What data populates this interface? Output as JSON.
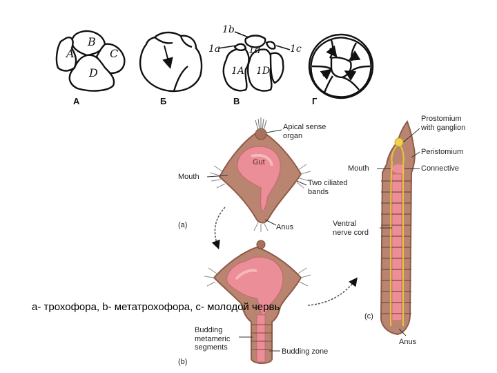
{
  "colors": {
    "outline": "#111111",
    "body": "#b98570",
    "body_dark": "#8e5b48",
    "gut": "#ec8e98",
    "gut_light": "#f5b8bd",
    "nerve": "#e8c43a",
    "cilia": "#777777"
  },
  "cleavage": {
    "stages": [
      {
        "label": "А",
        "cells": [
          "A",
          "B",
          "C",
          "D"
        ]
      },
      {
        "label": "Б"
      },
      {
        "label": "В",
        "cells": [
          "1b",
          "1a",
          "1d",
          "1c",
          "1A",
          "1D"
        ]
      },
      {
        "label": "Г"
      }
    ]
  },
  "panel_a": {
    "tag": "(a)",
    "labels": {
      "apical": "Apical sense\norgan",
      "gut": "Gut",
      "mouth": "Mouth",
      "bands": "Two ciliated\nbands",
      "anus": "Anus"
    }
  },
  "panel_b": {
    "tag": "(b)",
    "labels": {
      "budding_segments": "Budding\nmetameric\nsegments",
      "budding_zone": "Budding zone"
    }
  },
  "panel_c": {
    "tag": "(c)",
    "labels": {
      "prostomium": "Prostomium\nwith ganglion",
      "peristomium": "Peristomium",
      "mouth": "Mouth",
      "connective": "Connective",
      "nerve_cord": "Ventral\nnerve cord",
      "anus": "Anus"
    }
  },
  "caption": "a- трохофора, b- метатрохофора, c- молодой червь"
}
